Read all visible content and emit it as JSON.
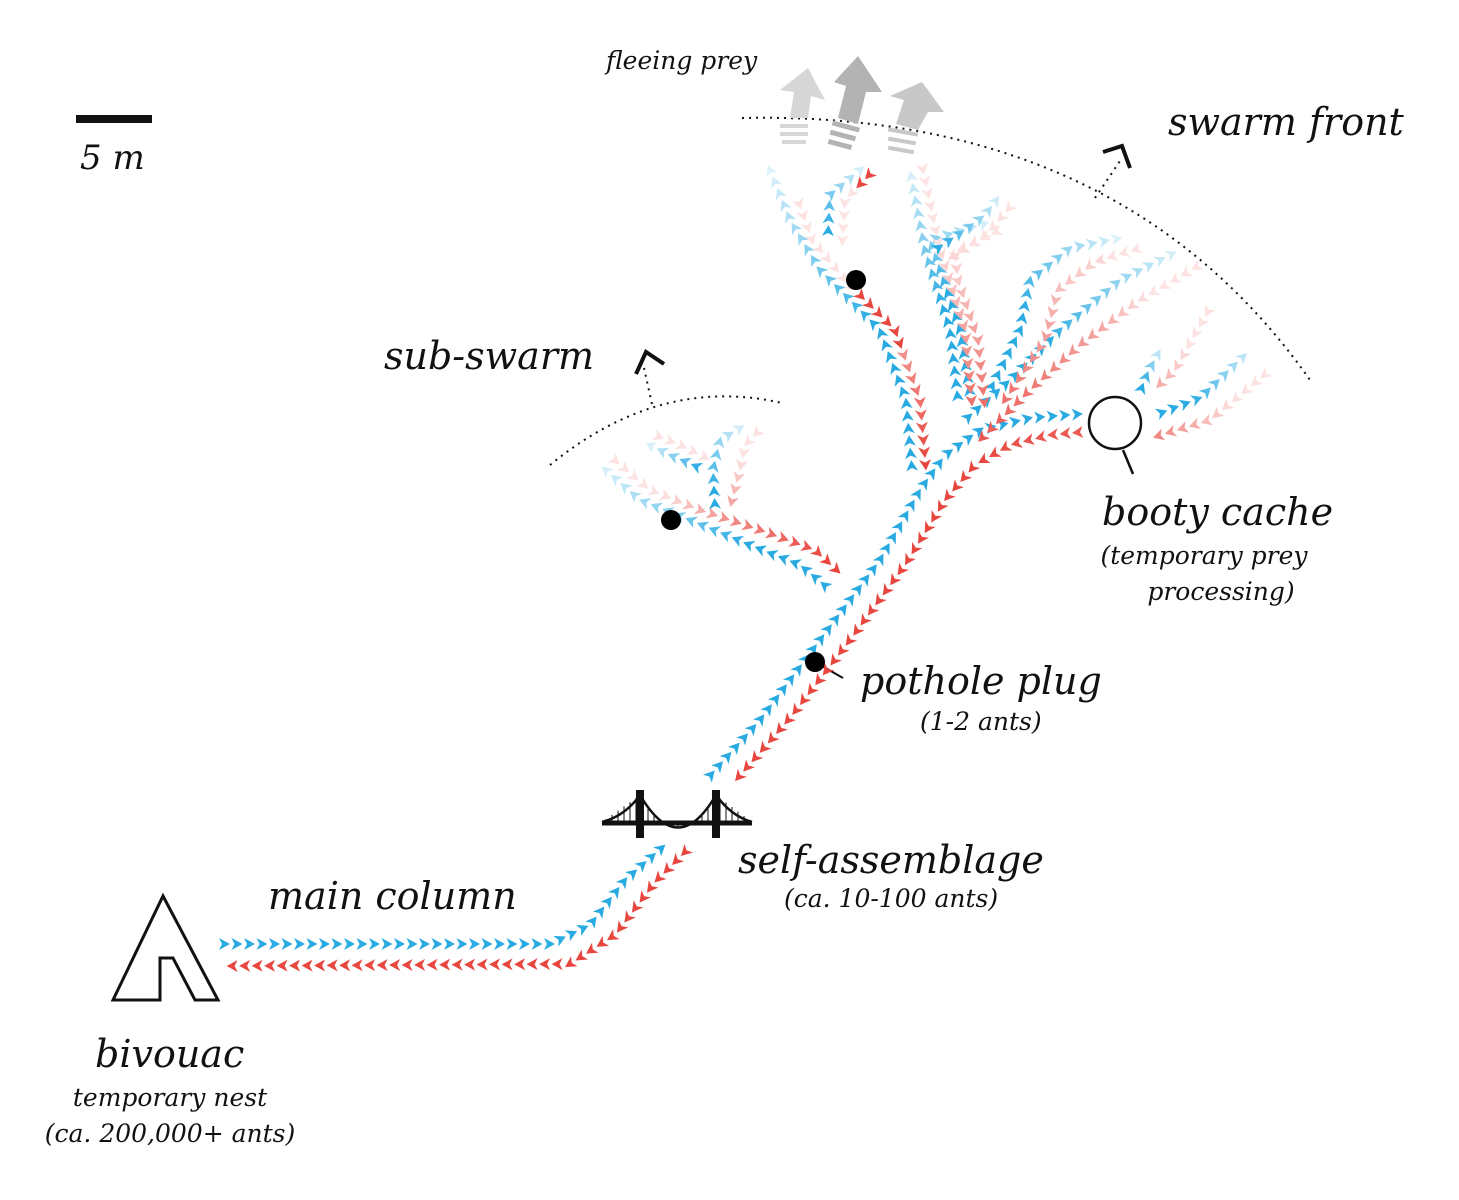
{
  "scale_bar": {
    "label": "5 m"
  },
  "labels": {
    "fleeing_prey": "fleeing prey",
    "swarm_front": "swarm front",
    "sub_swarm": "sub-swarm",
    "booty_cache": "booty cache",
    "booty_cache_note_1": "(temporary prey",
    "booty_cache_note_2": "processing)",
    "pothole_plug": "pothole plug",
    "pothole_plug_note": "(1-2 ants)",
    "self_assemblage": "self-assemblage",
    "self_assemblage_note": "(ca. 10-100 ants)",
    "main_column": "main column",
    "bivouac": "bivouac",
    "bivouac_note_1": "temporary nest",
    "bivouac_note_2": "(ca. 200,000+ ants)"
  },
  "colors": {
    "outbound": "#29abe2",
    "return": "#e8473f",
    "ink": "#111111",
    "prey_arrow": "#b3b3b3"
  },
  "icons": [
    "tent-icon",
    "bridge-icon",
    "magnifier-icon",
    "prey-arrow-icon",
    "direction-chevron-icon"
  ]
}
